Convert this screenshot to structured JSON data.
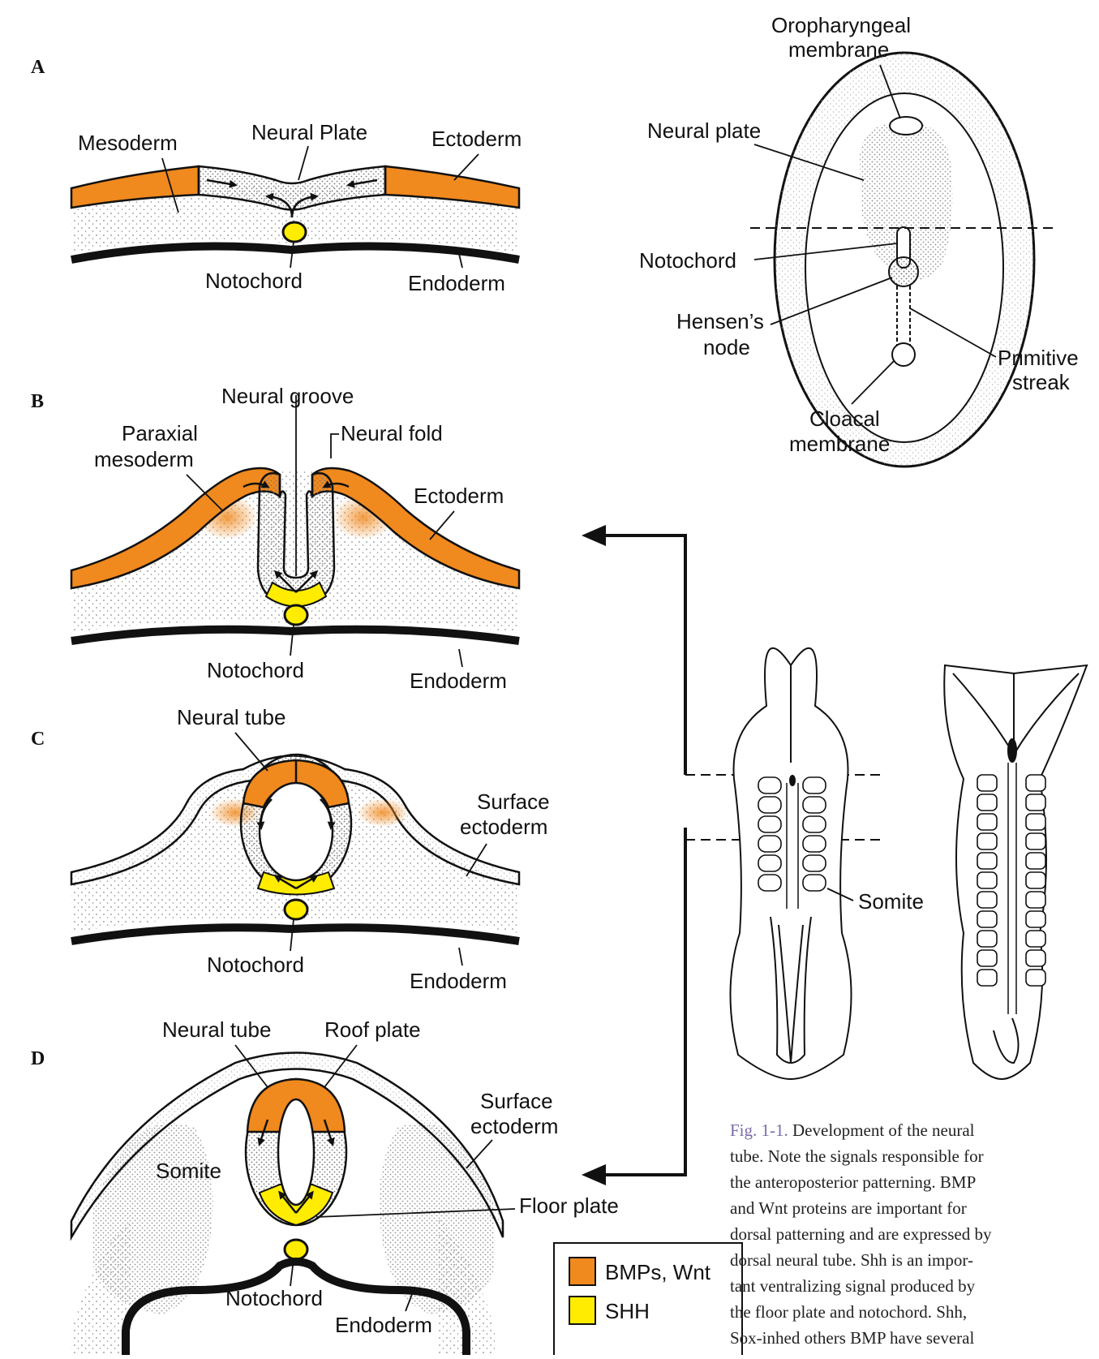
{
  "colors": {
    "bmp": "#f0891e",
    "shh": "#ffec00",
    "stipple": "#9a9a9a",
    "fig_label": "#7a6aa8"
  },
  "panels": {
    "A": {
      "letter": "A",
      "mesoderm": "Mesoderm",
      "neural_plate": "Neural Plate",
      "ectoderm": "Ectoderm",
      "notochord": "Notochord",
      "endoderm": "Endoderm"
    },
    "B": {
      "letter": "B",
      "neural_groove": "Neural groove",
      "paraxial_1": "Paraxial",
      "paraxial_2": "mesoderm",
      "neural_fold": "Neural fold",
      "ectoderm": "Ectoderm",
      "notochord": "Notochord",
      "endoderm": "Endoderm"
    },
    "C": {
      "letter": "C",
      "neural_tube": "Neural tube",
      "surface_1": "Surface",
      "surface_2": "ectoderm",
      "notochord": "Notochord",
      "endoderm": "Endoderm"
    },
    "D": {
      "letter": "D",
      "neural_tube": "Neural tube",
      "roof_plate": "Roof plate",
      "surface_1": "Surface",
      "surface_2": "ectoderm",
      "somite": "Somite",
      "floor_plate": "Floor plate",
      "notochord": "Notochord",
      "endoderm": "Endoderm"
    }
  },
  "embryo_top": {
    "oro_1": "Oropharyngeal",
    "oro_2": "membrane",
    "neural_plate": "Neural plate",
    "notochord": "Notochord",
    "hensen_1": "Hensen’s",
    "hensen_2": "node",
    "primitive_1": "Primitive",
    "primitive_2": "streak",
    "cloacal_1": "Cloacal",
    "cloacal_2": "membrane"
  },
  "embryo_bottom": {
    "somite": "Somite"
  },
  "legend": [
    {
      "label": "BMPs, Wnt",
      "color": "#f0891e"
    },
    {
      "label": "SHH",
      "color": "#ffec00"
    }
  ],
  "caption": {
    "fig_label": "Fig. 1-1.",
    "lines": [
      "Development of the neural",
      "tube.  Note the signals responsible for",
      "the anteroposterior patterning.  BMP",
      "and Wnt proteins are important for",
      "dorsal patterning and are expressed by",
      "dorsal neural tube.  Shh is an impor-",
      "tant ventralizing signal produced by",
      "the floor plate and notochord.  Shh,",
      "Sox-inhed others BMP have several"
    ]
  }
}
